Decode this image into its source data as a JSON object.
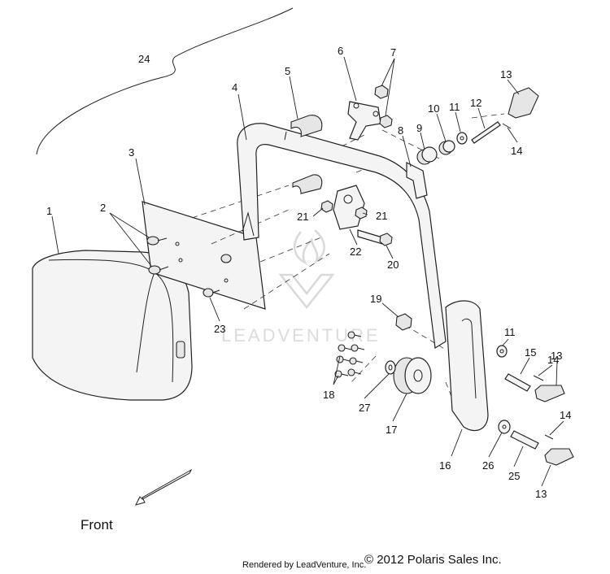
{
  "callouts": [
    "1",
    "2",
    "3",
    "4",
    "5",
    "6",
    "7",
    "8",
    "9",
    "10",
    "11",
    "12",
    "13",
    "14",
    "15",
    "16",
    "17",
    "18",
    "19",
    "20",
    "21",
    "22",
    "23",
    "24",
    "25",
    "26",
    "27"
  ],
  "labels": {
    "front": "Front",
    "watermark": "LEADVENTURE",
    "credit": "Rendered by LeadVenture, Inc.",
    "copyright": "© 2012 Polaris Sales Inc."
  }
}
